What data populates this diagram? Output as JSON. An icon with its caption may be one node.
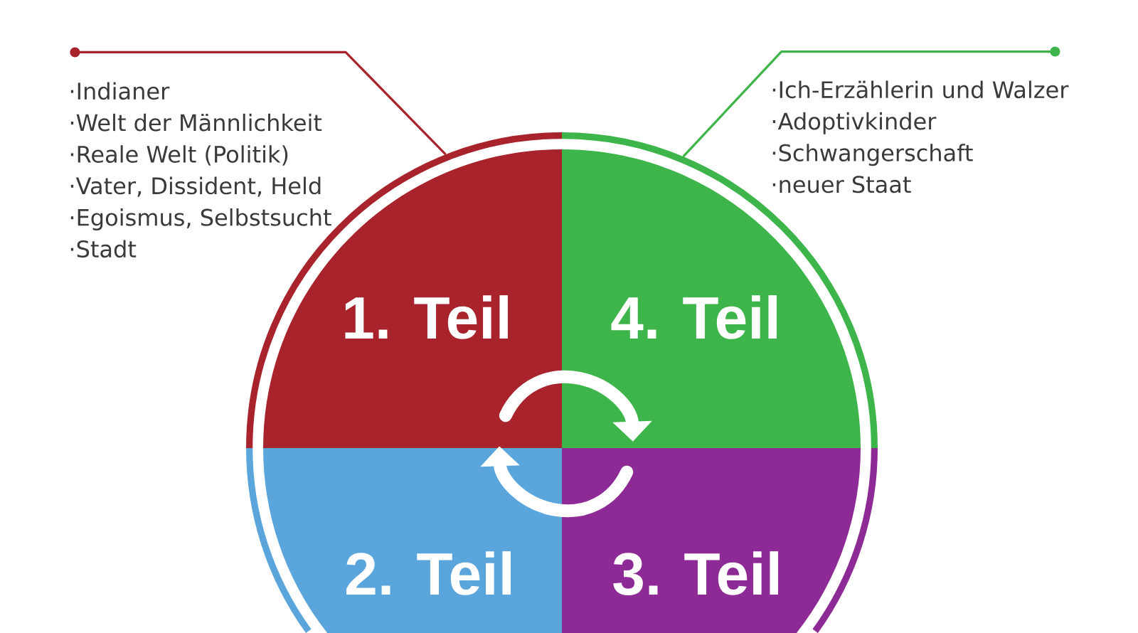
{
  "diagram": {
    "nodes": [
      {
        "text": [
          "·Indianer",
          "·Welt der Männlichkeit",
          "·Reale Welt (Politik)",
          "·Vater, Dissident, Held",
          "·Egoismus, Selbstsucht",
          "·Stadt"
        ]
      },
      {
        "text": [
          "·Ich-Erzählerin und Walzer",
          "·Adoptivkinder",
          "·Schwangerschaft",
          "·neuer Staat"
        ]
      },
      {
        "text": [
          "1. Teil"
        ]
      },
      {
        "text": [
          "4. Teil"
        ]
      },
      {
        "text": [
          "2. Teil"
        ]
      },
      {
        "text": [
          "3. Teil"
        ]
      }
    ],
    "edges": [
      {
        "from": 0,
        "to": 2,
        "arrow": "other",
        "color": "#a8232b"
      },
      {
        "from": 1,
        "to": 3,
        "arrow": "other",
        "color": "#3db54a"
      },
      {
        "from": 2,
        "to": 3,
        "arrow": "to",
        "style": "thick",
        "color": "#ffffff"
      },
      {
        "from": 5,
        "to": 4,
        "arrow": "to",
        "style": "thick",
        "color": "#ffffff"
      }
    ]
  }
}
